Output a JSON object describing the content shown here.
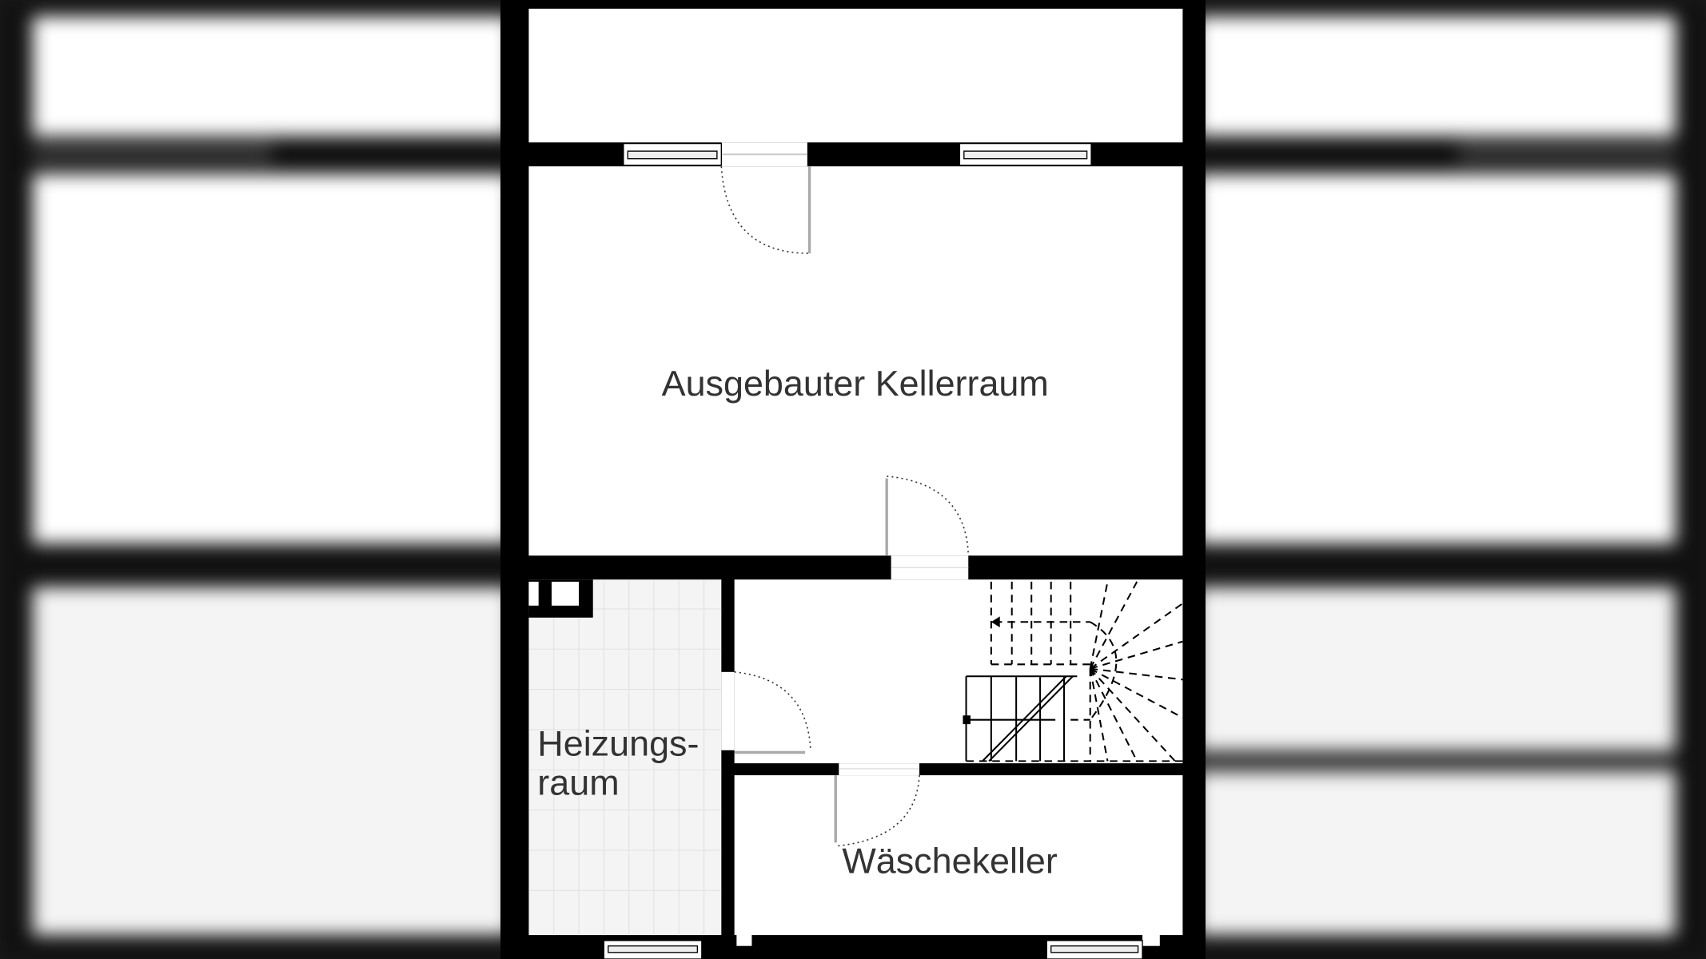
{
  "floorplan": {
    "rooms": [
      {
        "label": "Ausgebauter Kellerraum"
      },
      {
        "label_lines": [
          "Heizungs-",
          "raum"
        ]
      },
      {
        "label": "Wäschekeller"
      }
    ]
  },
  "colors": {
    "wall": "#000000",
    "floor": "#ffffff",
    "tile_floor": "#f4f4f4",
    "text": "#333333"
  }
}
